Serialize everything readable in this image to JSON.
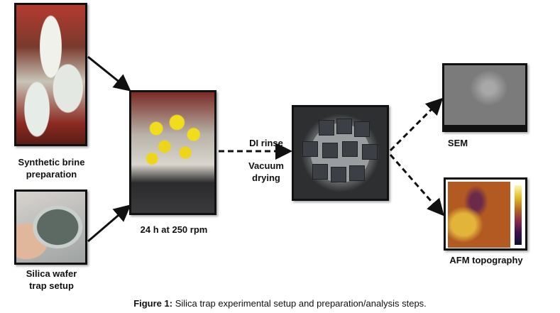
{
  "labels": {
    "brine": [
      "Synthetic brine",
      "preparation"
    ],
    "wafer": [
      "Silica wafer",
      "trap setup"
    ],
    "shaker": "24 h at 250 rpm",
    "rinse": "DI rinse",
    "drying": [
      "Vacuum",
      "drying"
    ],
    "sem": "SEM",
    "afm": "AFM topography"
  },
  "caption": {
    "prefix": "Figure 1:",
    "text": " Silica trap experimental setup and preparation/analysis steps."
  },
  "colors": {
    "arrow": "#111111",
    "frame": "#111111"
  }
}
